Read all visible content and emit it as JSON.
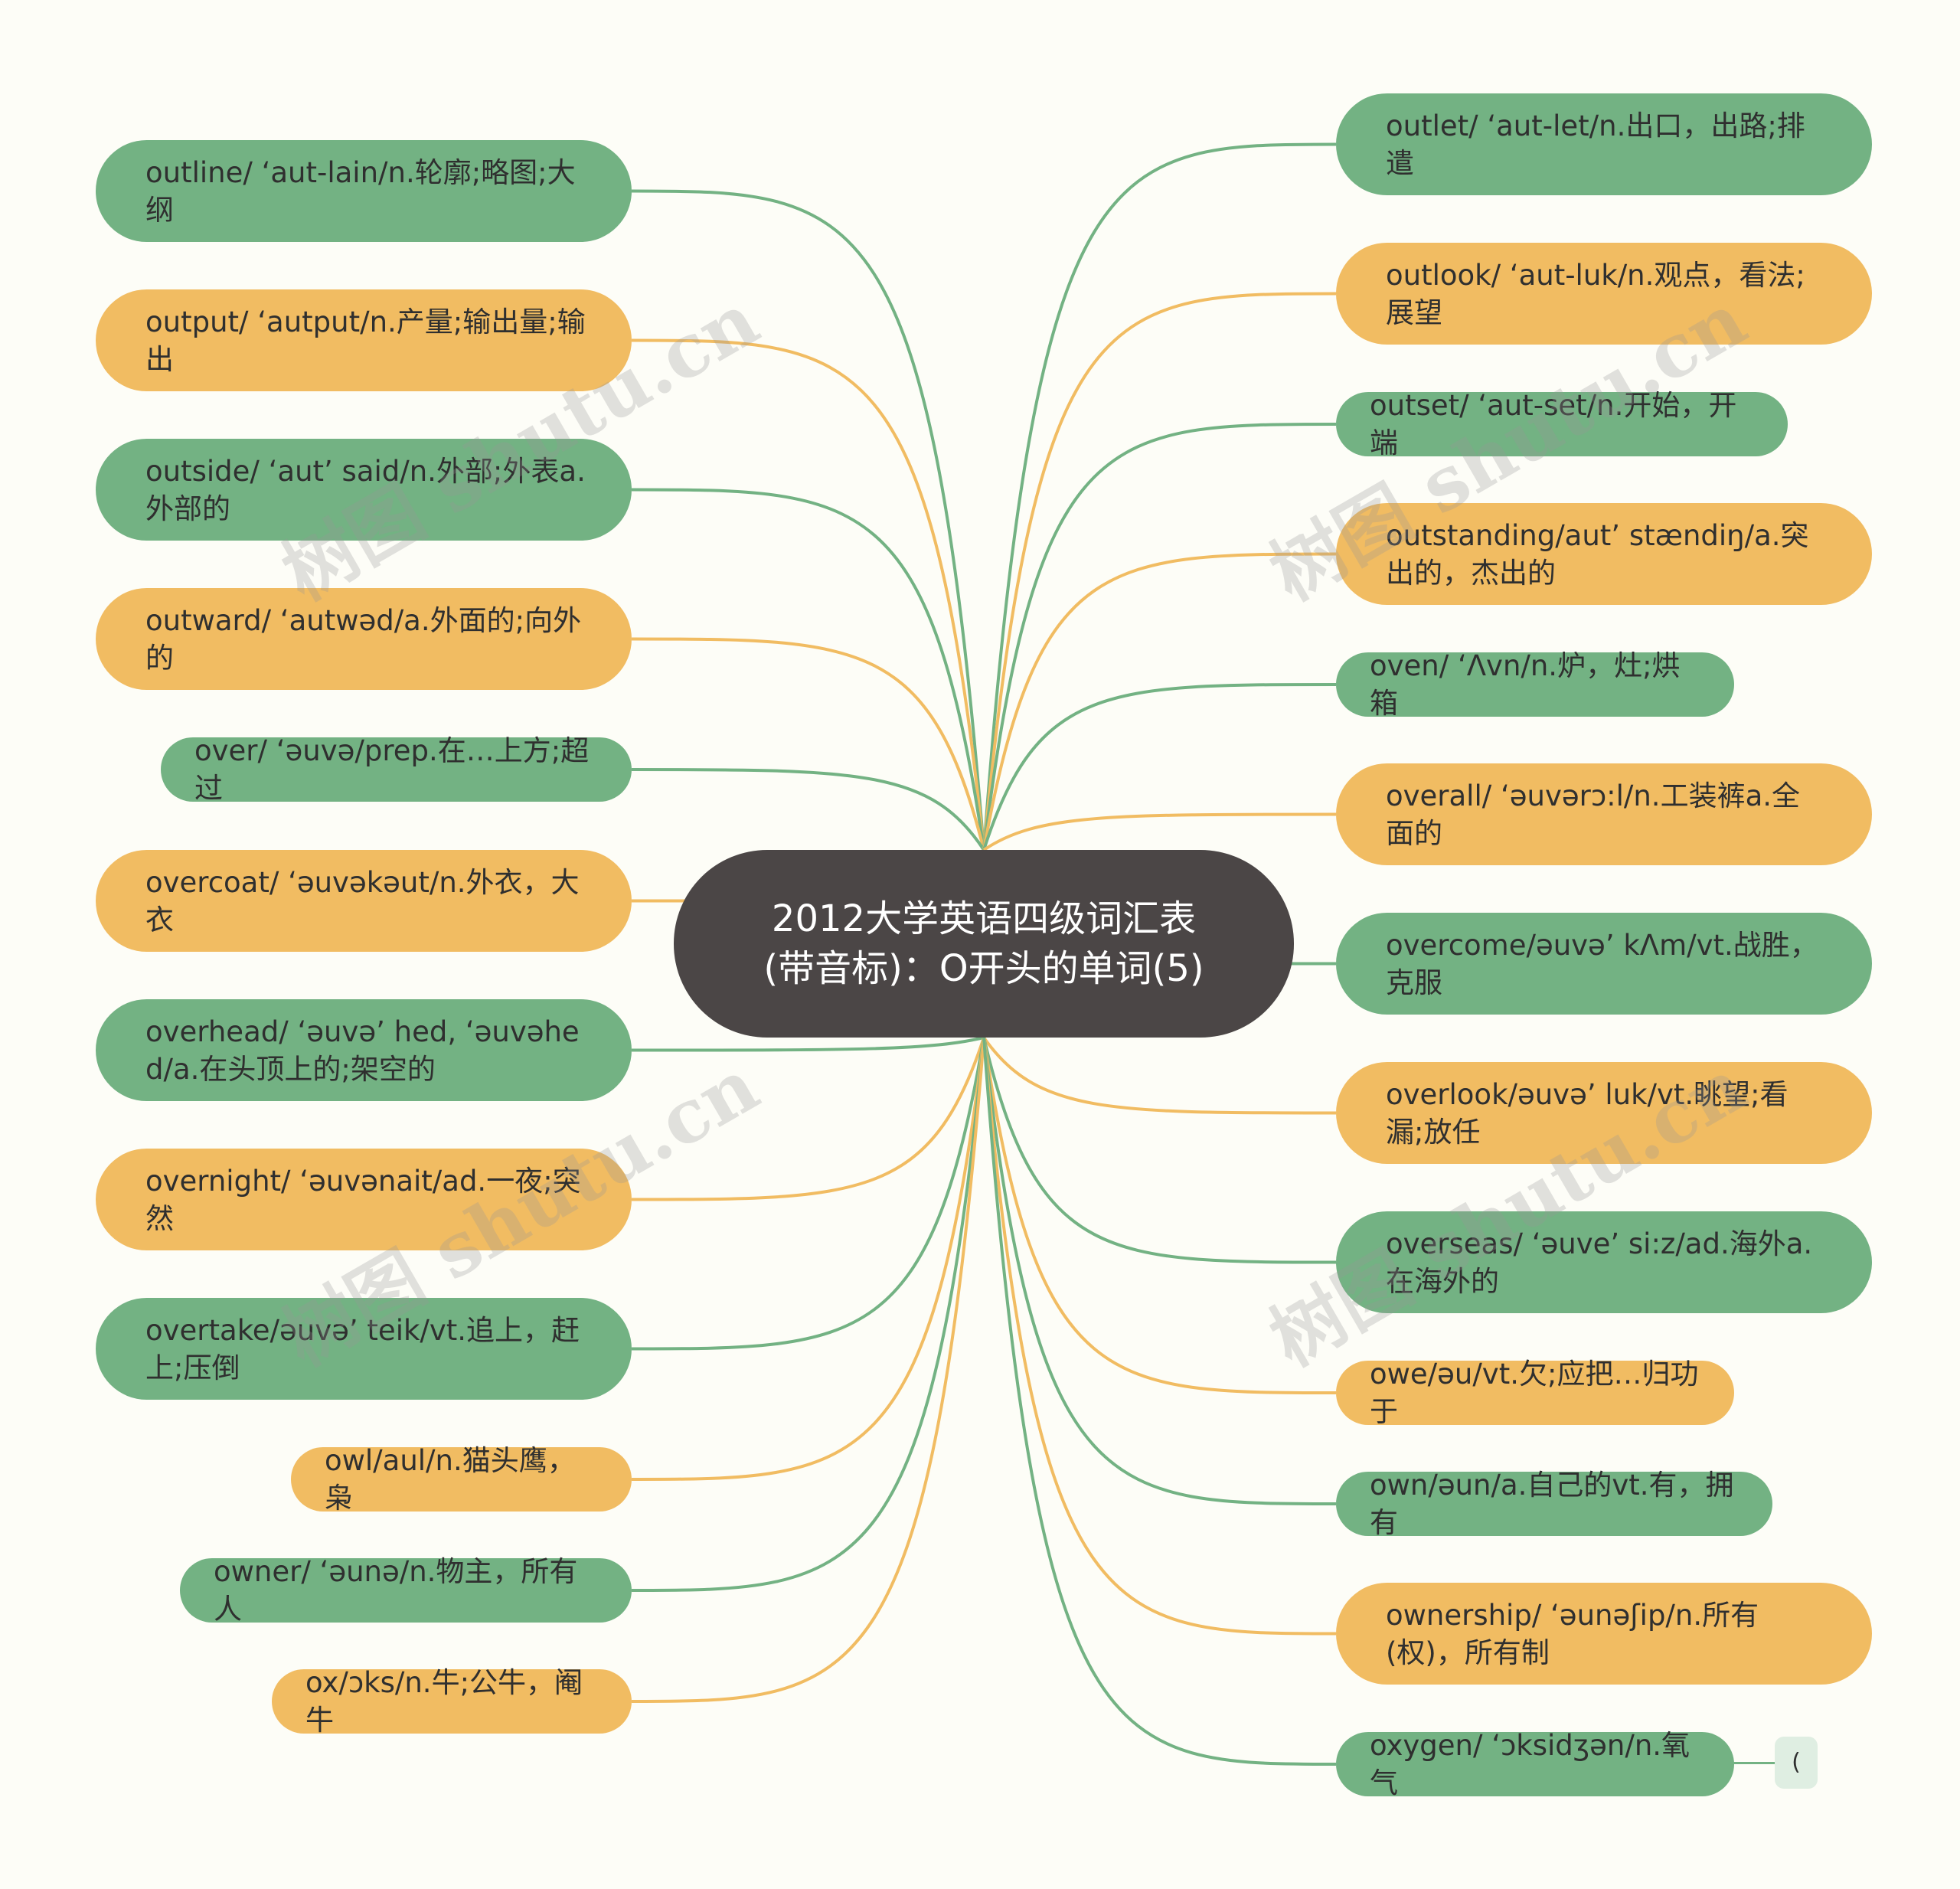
{
  "root": {
    "label": "2012大学英语四级词汇表(带音标)：O开头的单词(5)"
  },
  "colors": {
    "green": "#73b283",
    "orange": "#f1bc62",
    "root": "#4b4646",
    "background": "#fdfdf7"
  },
  "left_nodes": [
    {
      "text": "outline/ ‘aut-lain/n.轮廓;略图;大纲",
      "color": "green"
    },
    {
      "text": "output/ ‘autput/n.产量;输出量;输出",
      "color": "orange"
    },
    {
      "text": "outside/ ‘aut’ said/n.外部;外表a.外部的",
      "color": "green"
    },
    {
      "text": "outward/ ‘autwəd/a.外面的;向外的",
      "color": "orange"
    },
    {
      "text": "over/ ‘əuvə/prep.在…上方;超过",
      "color": "green"
    },
    {
      "text": "overcoat/ ‘əuvəkəut/n.外衣，大衣",
      "color": "orange"
    },
    {
      "text": "overhead/ ‘əuvə’ hed, ‘əuvəhed/a.在头顶上的;架空的",
      "color": "green"
    },
    {
      "text": "overnight/ ‘əuvənait/ad.一夜;突然",
      "color": "orange"
    },
    {
      "text": "overtake/əuvə’ teik/vt.追上，赶上;压倒",
      "color": "green"
    },
    {
      "text": "owl/aul/n.猫头鹰，枭",
      "color": "orange"
    },
    {
      "text": "owner/ ‘əunə/n.物主，所有人",
      "color": "green"
    },
    {
      "text": "ox/ɔks/n.牛;公牛，阉牛",
      "color": "orange"
    }
  ],
  "right_nodes": [
    {
      "text": "outlet/ ‘aut-let/n.出口，出路;排遣",
      "color": "green"
    },
    {
      "text": "outlook/ ‘aut-luk/n.观点，看法;展望",
      "color": "orange"
    },
    {
      "text": "outset/ ‘aut-set/n.开始，开端",
      "color": "green"
    },
    {
      "text": "outstanding/aut’ stændiŋ/a.突出的，杰出的",
      "color": "orange"
    },
    {
      "text": "oven/ ‘Λvn/n.炉，灶;烘箱",
      "color": "green"
    },
    {
      "text": "overall/ ‘əuvərɔ:l/n.工装裤a.全面的",
      "color": "orange"
    },
    {
      "text": "overcome/əuvə’ kΛm/vt.战胜，克服",
      "color": "green"
    },
    {
      "text": "overlook/əuvə’ luk/vt.眺望;看漏;放任",
      "color": "orange"
    },
    {
      "text": "overseas/ ‘əuve’ si:z/ad.海外a.在海外的",
      "color": "green"
    },
    {
      "text": "owe/əu/vt.欠;应把…归功于",
      "color": "orange"
    },
    {
      "text": "own/əun/a.自己的vt.有，拥有",
      "color": "green"
    },
    {
      "text": "ownership/ ‘əunəʃip/n.所有(权)，所有制",
      "color": "orange"
    },
    {
      "text": "oxygen/ ‘ɔksidʒən/n.氧气",
      "color": "green"
    }
  ],
  "tail_node": {
    "text": "("
  },
  "watermark": "树图 shutu.cn"
}
